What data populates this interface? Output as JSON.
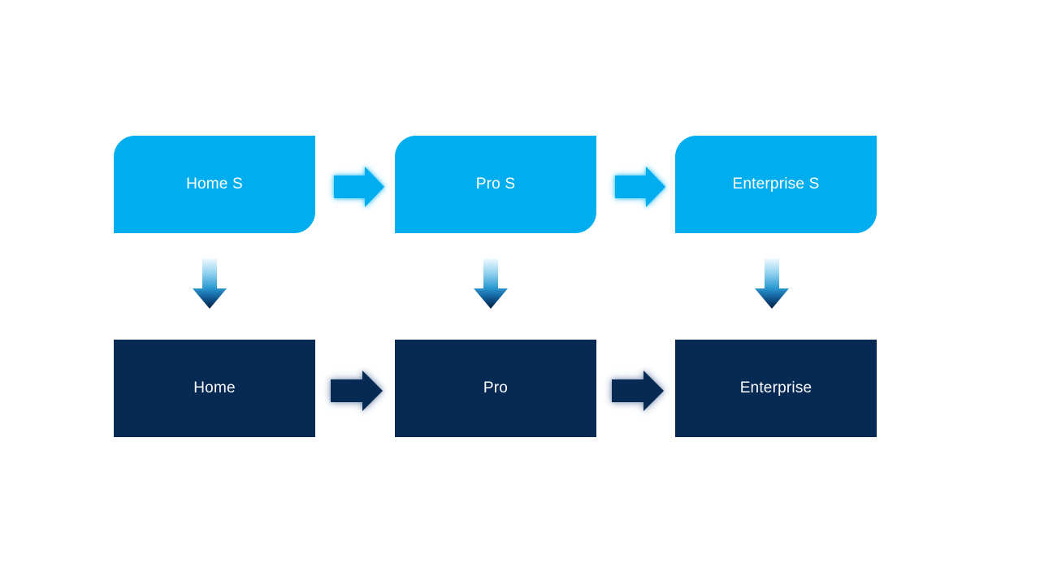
{
  "diagram": {
    "top_row": [
      {
        "label": "Home S"
      },
      {
        "label": "Pro S"
      },
      {
        "label": "Enterprise S"
      }
    ],
    "bottom_row": [
      {
        "label": "Home"
      },
      {
        "label": "Pro"
      },
      {
        "label": "Enterprise"
      }
    ],
    "icons": {
      "right_arrow": "block-arrow-right",
      "down_arrow": "block-arrow-down-gradient"
    }
  },
  "colors": {
    "background": "#FFFFFF",
    "text": "#FFFFFF",
    "top_box": "#00AEEF",
    "bottom_box": "#062A54",
    "glow_top": "rgba(0,174,239,0.55)",
    "glow_bottom": "rgba(96,120,158,0.55)",
    "down_g0": "#F2FAFE",
    "down_g1": "#8FD0EF",
    "down_g2": "#2D9AD4",
    "down_g3": "#0E578F",
    "down_g4": "#041F42"
  }
}
